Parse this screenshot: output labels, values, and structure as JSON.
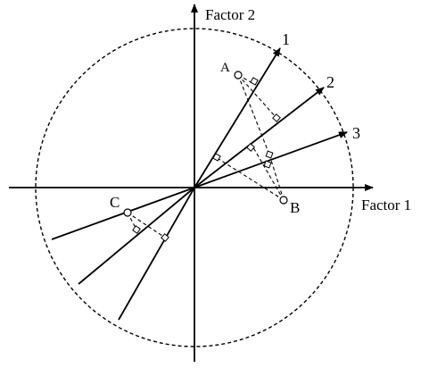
{
  "axes": {
    "x_label": "Factor 1",
    "y_label": "Factor 2"
  },
  "vectors": [
    {
      "label": "1"
    },
    {
      "label": "2"
    },
    {
      "label": "3"
    }
  ],
  "points": [
    {
      "label": "A"
    },
    {
      "label": "B"
    },
    {
      "label": "C"
    }
  ],
  "colors": {
    "ink": "#000000",
    "background": "#ffffff"
  }
}
